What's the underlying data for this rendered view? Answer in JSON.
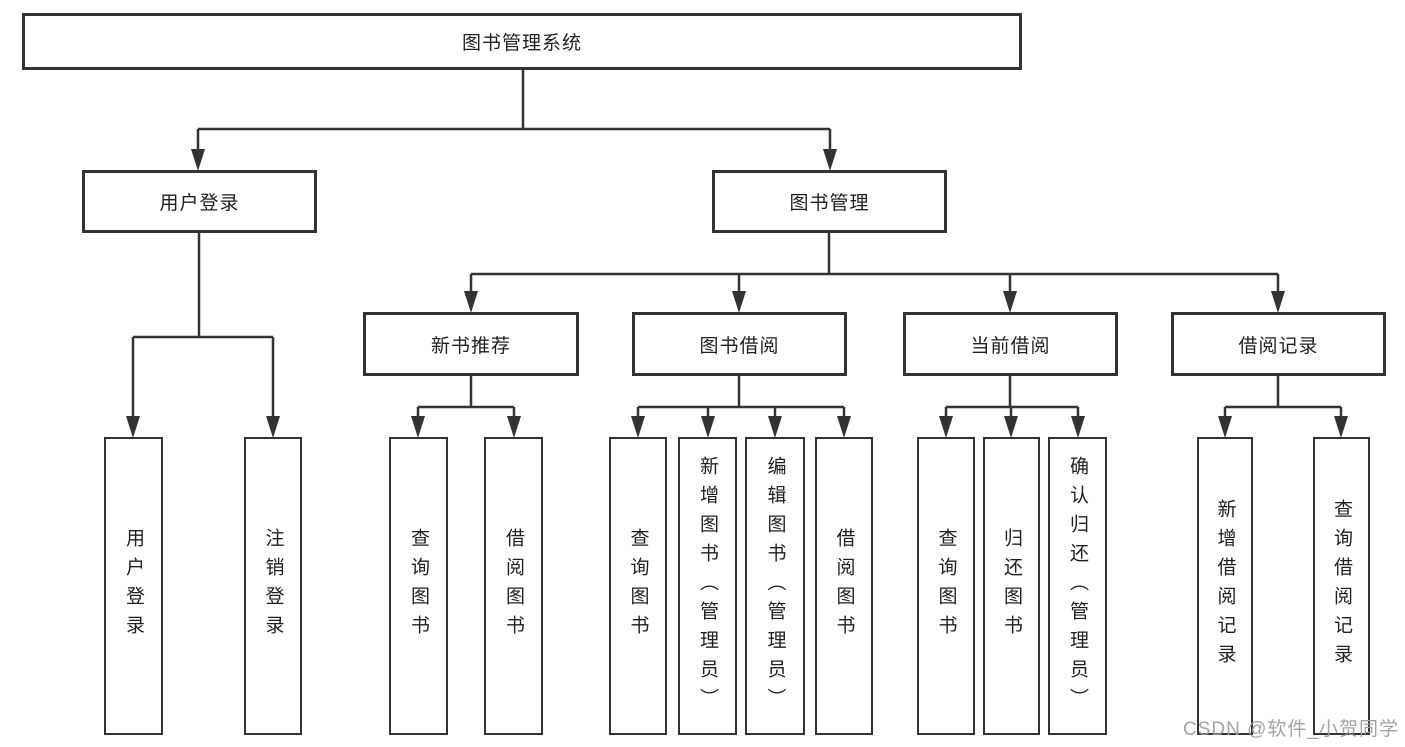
{
  "diagram": {
    "root": {
      "label": "图书管理系统"
    },
    "level2": {
      "user_login": {
        "label": "用户登录"
      },
      "book_mgmt": {
        "label": "图书管理"
      }
    },
    "level3": {
      "new_book_rec": {
        "label": "新书推荐"
      },
      "book_borrow": {
        "label": "图书借阅"
      },
      "current_borrow": {
        "label": "当前借阅"
      },
      "borrow_records": {
        "label": "借阅记录"
      }
    },
    "leaves": {
      "user_login": {
        "login": "用户登录",
        "logout": "注销登录"
      },
      "new_book_rec": {
        "query": "查询图书",
        "borrow": "借阅图书"
      },
      "book_borrow": {
        "query": "查询图书",
        "add": "新增图书（管理员）",
        "edit": "编辑图书（管理员）",
        "borrow": "借阅图书"
      },
      "current_borrow": {
        "query": "查询图书",
        "return": "归还图书",
        "confirm": "确认归还（管理员）"
      },
      "borrow_records": {
        "add": "新增借阅记录",
        "query": "查询借阅记录"
      }
    },
    "colors": {
      "line": "#333333",
      "box_border": "#333333",
      "text": "#1f1f1f",
      "watermark": "#9e9e9e"
    }
  },
  "watermark": {
    "text": "CSDN @软件_小贺同学"
  }
}
